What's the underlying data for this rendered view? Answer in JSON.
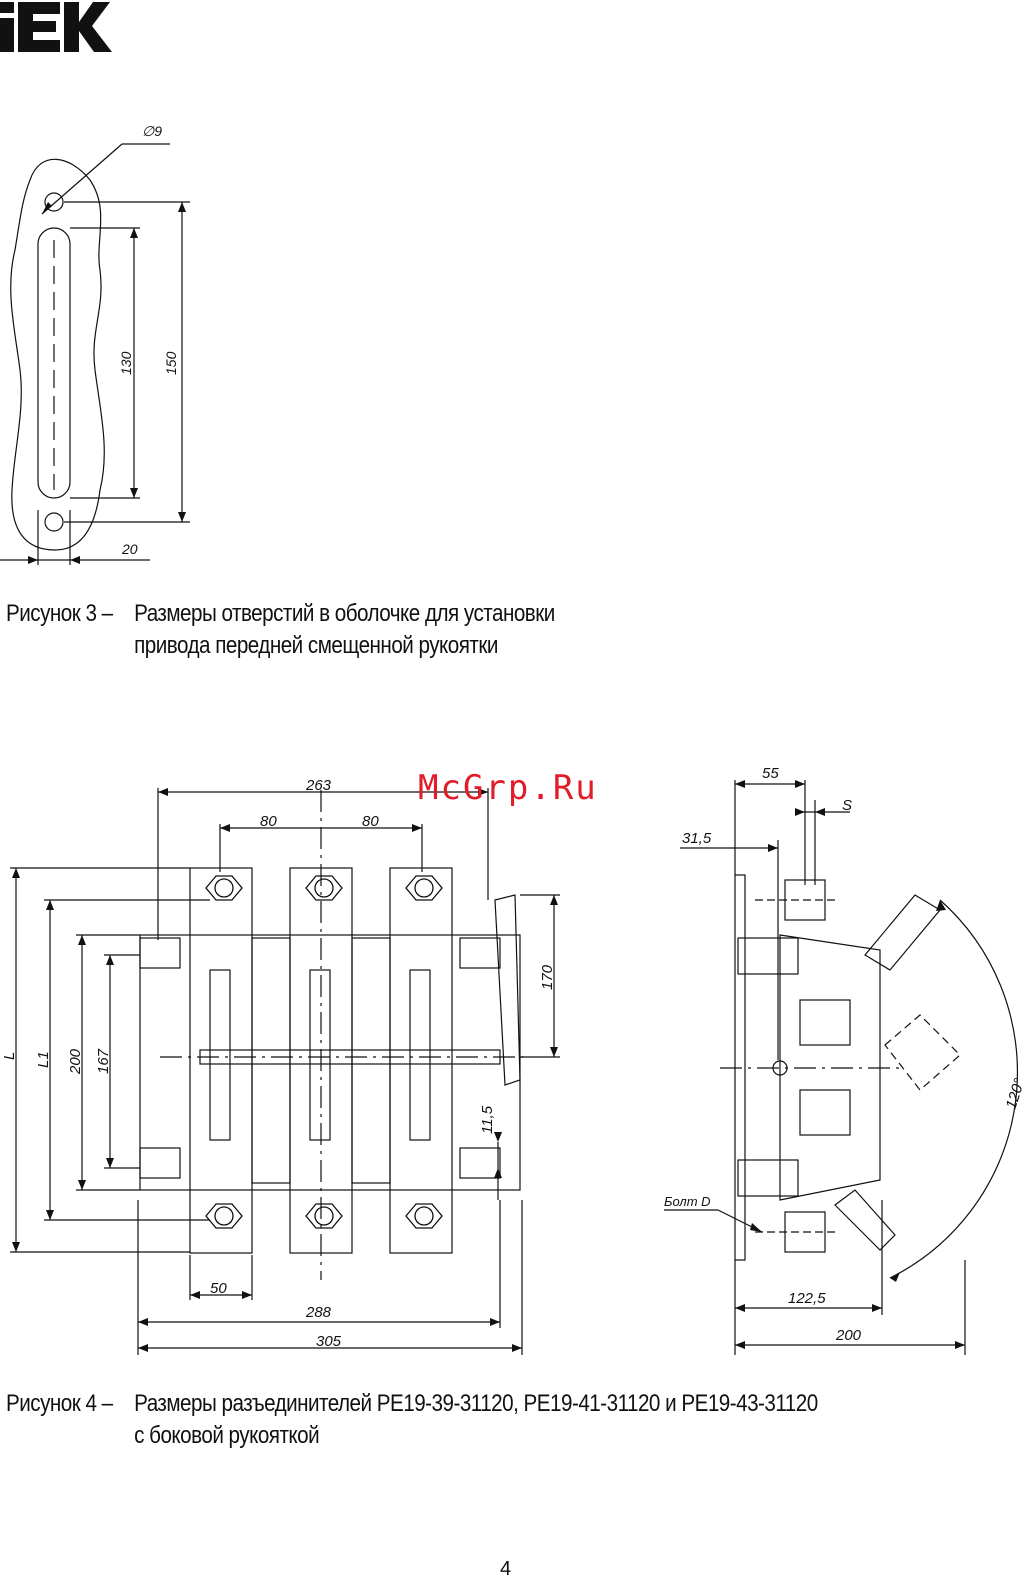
{
  "brand": {
    "logo_text": "IEK",
    "color": "#111111"
  },
  "figure3": {
    "dims": {
      "hole": "∅9",
      "d130": "130",
      "d150": "150",
      "d20": "20"
    },
    "caption": {
      "label": "Рисунок 3 –",
      "line1": "Размеры отверстий в оболочке для установки",
      "line2": "привода передней смещенной рукоятки"
    }
  },
  "figure4": {
    "front_dims": {
      "d263": "263",
      "d80a": "80",
      "d80b": "80",
      "L": "L",
      "L1": "L1",
      "d200": "200",
      "d167": "167",
      "d170": "170",
      "d11_5": "11,5",
      "d50": "50",
      "d288": "288",
      "d305": "305"
    },
    "side_dims": {
      "d55": "55",
      "S": "S",
      "d31_5": "31,5",
      "angle": "120°",
      "bolt": "Болт D",
      "d122_5": "122,5",
      "d200": "200"
    },
    "caption": {
      "label": "Рисунок 4 –",
      "line1": "Размеры разъединителей РЕ19-39-31120, РЕ19-41-31120 и РЕ19-43-31120",
      "line2": "с боковой рукояткой"
    }
  },
  "watermark": {
    "text": "McGrp.Ru",
    "color": "#e11d2a"
  },
  "page_number": "4"
}
